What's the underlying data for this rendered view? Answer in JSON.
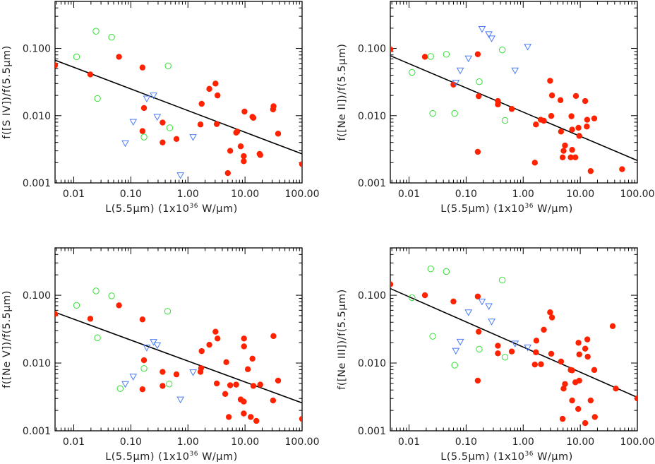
{
  "colors": {
    "detection": "#ff2200",
    "green_open": "#33e033",
    "upper_limit": "#4a7cf5",
    "fit_line": "#000000",
    "axis": "#000000"
  },
  "marker_legend": {
    "filled-circle": "detection",
    "open-circle": "green_open",
    "down-triangle": "upper_limit"
  },
  "chart_data": [
    {
      "type": "scatter",
      "xscale": "log",
      "yscale": "log",
      "xlim": [
        0.0047,
        100
      ],
      "ylim": [
        0.001,
        0.5
      ],
      "xticks": [
        "0.01",
        "0.10",
        "1.00",
        "10.00",
        "100.00"
      ],
      "yticks": [
        "0.001",
        "0.010",
        "0.100"
      ],
      "xlabel": {
        "pre": "L(5.5μm) (1x10",
        "sup": "36",
        "post": " W/μm)"
      },
      "ylabel": "f([S IV])/f(5.5μm)",
      "fit": {
        "norm_at_1": 0.0119,
        "slope": -0.322
      },
      "series": [
        {
          "marker": "filled-circle",
          "points": [
            [
              0.0047,
              0.056
            ],
            [
              0.0195,
              0.041
            ],
            [
              0.062,
              0.075
            ],
            [
              0.16,
              0.052
            ],
            [
              0.17,
              0.013
            ],
            [
              0.16,
              0.0059
            ],
            [
              0.36,
              0.0079
            ],
            [
              0.36,
              0.004
            ],
            [
              0.63,
              0.0045
            ],
            [
              1.66,
              0.0074
            ],
            [
              1.74,
              0.015
            ],
            [
              2.37,
              0.025
            ],
            [
              3.04,
              0.03
            ],
            [
              3.3,
              0.02
            ],
            [
              3.2,
              0.0075
            ],
            [
              7.0,
              0.0056
            ],
            [
              7.3,
              0.0058
            ],
            [
              9.8,
              0.0115
            ],
            [
              13.5,
              0.0096
            ],
            [
              14,
              0.0093
            ],
            [
              8.4,
              0.0035
            ],
            [
              5.5,
              0.003
            ],
            [
              9.5,
              0.0025
            ],
            [
              9.5,
              0.0021
            ],
            [
              5.0,
              0.0014
            ],
            [
              18,
              0.0027
            ],
            [
              18.5,
              0.0026
            ],
            [
              31.6,
              0.0138
            ],
            [
              31,
              0.0124
            ],
            [
              38,
              0.0054
            ],
            [
              100,
              0.0019
            ]
          ]
        },
        {
          "marker": "open-circle",
          "points": [
            [
              0.0245,
              0.18
            ],
            [
              0.046,
              0.147
            ],
            [
              0.0112,
              0.075
            ],
            [
              0.026,
              0.018
            ],
            [
              0.45,
              0.055
            ],
            [
              0.48,
              0.0066
            ],
            [
              0.17,
              0.0048
            ]
          ]
        },
        {
          "marker": "down-triangle",
          "points": [
            [
              0.19,
              0.018
            ],
            [
              0.25,
              0.02
            ],
            [
              0.29,
              0.0096
            ],
            [
              0.11,
              0.0081
            ],
            [
              0.08,
              0.0039
            ],
            [
              1.23,
              0.0048
            ],
            [
              0.74,
              0.0013
            ]
          ]
        }
      ]
    },
    {
      "type": "scatter",
      "xscale": "log",
      "yscale": "log",
      "xlim": [
        0.0047,
        100
      ],
      "ylim": [
        0.001,
        0.5
      ],
      "xticks": [
        "0.01",
        "0.10",
        "1.00",
        "10.00",
        "100.00"
      ],
      "yticks": [
        "0.001",
        "0.010",
        "0.100"
      ],
      "xlabel": {
        "pre": "L(5.5μm) (1x10",
        "sup": "36",
        "post": " W/μm)"
      },
      "ylabel": "f([Ne II])/f(5.5μm)",
      "fit": {
        "norm_at_1": 0.0113,
        "slope": -0.36
      },
      "series": [
        {
          "marker": "filled-circle",
          "points": [
            [
              0.0047,
              0.097
            ],
            [
              0.019,
              0.075
            ],
            [
              0.06,
              0.029
            ],
            [
              0.16,
              0.082
            ],
            [
              0.166,
              0.0195
            ],
            [
              0.16,
              0.0029
            ],
            [
              0.36,
              0.0165
            ],
            [
              0.36,
              0.0147
            ],
            [
              0.63,
              0.0126
            ],
            [
              1.6,
              0.002
            ],
            [
              1.67,
              0.0074
            ],
            [
              2.03,
              0.0087
            ],
            [
              2.3,
              0.0084
            ],
            [
              2.96,
              0.033
            ],
            [
              3.2,
              0.02
            ],
            [
              3.1,
              0.0099
            ],
            [
              4.5,
              0.017
            ],
            [
              4.6,
              0.0058
            ],
            [
              5.4,
              0.0036
            ],
            [
              5.1,
              0.003
            ],
            [
              4.9,
              0.0024
            ],
            [
              6.8,
              0.0024
            ],
            [
              8.2,
              0.0024
            ],
            [
              7.2,
              0.0031
            ],
            [
              7.0,
              0.0098
            ],
            [
              7.2,
              0.0062
            ],
            [
              8.4,
              0.0196
            ],
            [
              9.3,
              0.0066
            ],
            [
              9.6,
              0.005
            ],
            [
              12.2,
              0.0165
            ],
            [
              13.2,
              0.0087
            ],
            [
              13,
              0.0069
            ],
            [
              17.6,
              0.0091
            ],
            [
              15.2,
              0.0015
            ],
            [
              54,
              0.0016
            ]
          ]
        },
        {
          "marker": "open-circle",
          "points": [
            [
              0.024,
              0.076
            ],
            [
              0.045,
              0.082
            ],
            [
              0.0113,
              0.044
            ],
            [
              0.026,
              0.0108
            ],
            [
              0.063,
              0.0108
            ],
            [
              0.17,
              0.032
            ],
            [
              0.43,
              0.095
            ],
            [
              0.48,
              0.0085
            ]
          ]
        },
        {
          "marker": "down-triangle",
          "points": [
            [
              0.19,
              0.195
            ],
            [
              0.25,
              0.163
            ],
            [
              0.28,
              0.141
            ],
            [
              0.11,
              0.071
            ],
            [
              0.079,
              0.047
            ],
            [
              0.066,
              0.031
            ],
            [
              1.2,
              0.106
            ],
            [
              0.72,
              0.047
            ]
          ]
        }
      ]
    },
    {
      "type": "scatter",
      "xscale": "log",
      "yscale": "log",
      "xlim": [
        0.0047,
        100
      ],
      "ylim": [
        0.001,
        0.5
      ],
      "xticks": [
        "0.01",
        "0.10",
        "1.00",
        "10.00",
        "100.00"
      ],
      "yticks": [
        "0.001",
        "0.010",
        "0.100"
      ],
      "xlabel": {
        "pre": "L(5.5μm) (1x10",
        "sup": "36",
        "post": " W/μm)"
      },
      "ylabel": "f([Ne V])/f(5.5μm)",
      "fit": {
        "norm_at_1": 0.0107,
        "slope": -0.309
      },
      "series": [
        {
          "marker": "filled-circle",
          "points": [
            [
              0.0047,
              0.053
            ],
            [
              0.0195,
              0.045
            ],
            [
              0.062,
              0.071
            ],
            [
              0.16,
              0.044
            ],
            [
              0.17,
              0.011
            ],
            [
              0.16,
              0.0041
            ],
            [
              0.36,
              0.0074
            ],
            [
              0.36,
              0.0046
            ],
            [
              0.63,
              0.0068
            ],
            [
              1.66,
              0.0074
            ],
            [
              1.7,
              0.0084
            ],
            [
              1.74,
              0.015
            ],
            [
              2.37,
              0.0186
            ],
            [
              3.04,
              0.029
            ],
            [
              3.3,
              0.023
            ],
            [
              3.2,
              0.005
            ],
            [
              4.7,
              0.0103
            ],
            [
              4.5,
              0.0035
            ],
            [
              5.2,
              0.0016
            ],
            [
              5.5,
              0.0047
            ],
            [
              7.0,
              0.0048
            ],
            [
              8.4,
              0.0029
            ],
            [
              9.5,
              0.0027
            ],
            [
              9.6,
              0.023
            ],
            [
              9.6,
              0.0176
            ],
            [
              9.5,
              0.0018
            ],
            [
              11.2,
              0.0081
            ],
            [
              12.6,
              0.0016
            ],
            [
              13.5,
              0.0116
            ],
            [
              14,
              0.0046
            ],
            [
              15.8,
              0.0014
            ],
            [
              18.5,
              0.0048
            ],
            [
              31.5,
              0.025
            ],
            [
              31,
              0.0028
            ],
            [
              38,
              0.0055
            ],
            [
              100,
              0.0015
            ]
          ]
        },
        {
          "marker": "open-circle",
          "points": [
            [
              0.0245,
              0.116
            ],
            [
              0.046,
              0.098
            ],
            [
              0.0112,
              0.071
            ],
            [
              0.026,
              0.0236
            ],
            [
              0.44,
              0.058
            ],
            [
              0.17,
              0.0083
            ],
            [
              0.47,
              0.0049
            ],
            [
              0.065,
              0.0042
            ]
          ]
        },
        {
          "marker": "down-triangle",
          "points": [
            [
              0.19,
              0.0169
            ],
            [
              0.25,
              0.0205
            ],
            [
              0.29,
              0.0183
            ],
            [
              0.11,
              0.0063
            ],
            [
              0.08,
              0.0049
            ],
            [
              1.23,
              0.0073
            ],
            [
              0.74,
              0.0029
            ]
          ]
        }
      ]
    },
    {
      "type": "scatter",
      "xscale": "log",
      "yscale": "log",
      "xlim": [
        0.0047,
        100
      ],
      "ylim": [
        0.001,
        0.5
      ],
      "xticks": [
        "0.01",
        "0.10",
        "1.00",
        "10.00",
        "100.00"
      ],
      "yticks": [
        "0.001",
        "0.010",
        "0.100"
      ],
      "xlabel": {
        "pre": "L(5.5μm) (1x10",
        "sup": "36",
        "post": " W/μm)"
      },
      "ylabel": "f([Ne III])/f(5.5μm)",
      "fit": {
        "norm_at_1": 0.0172,
        "slope": -0.371
      },
      "series": [
        {
          "marker": "filled-circle",
          "points": [
            [
              0.0047,
              0.145
            ],
            [
              0.019,
              0.1
            ],
            [
              0.06,
              0.081
            ],
            [
              0.16,
              0.096
            ],
            [
              0.166,
              0.029
            ],
            [
              0.16,
              0.0055
            ],
            [
              0.36,
              0.018
            ],
            [
              0.36,
              0.0139
            ],
            [
              0.63,
              0.0148
            ],
            [
              1.6,
              0.0095
            ],
            [
              2.05,
              0.0096
            ],
            [
              1.67,
              0.0144
            ],
            [
              1.7,
              0.0214
            ],
            [
              2.3,
              0.031
            ],
            [
              2.96,
              0.056
            ],
            [
              3.2,
              0.047
            ],
            [
              3.1,
              0.0137
            ],
            [
              4.6,
              0.0105
            ],
            [
              4.9,
              0.0015
            ],
            [
              5.1,
              0.0042
            ],
            [
              5.4,
              0.0049
            ],
            [
              6.8,
              0.0079
            ],
            [
              7.2,
              0.0078
            ],
            [
              7.2,
              0.0028
            ],
            [
              8.2,
              0.0052
            ],
            [
              9.2,
              0.0021
            ],
            [
              9.3,
              0.0199
            ],
            [
              9.6,
              0.0055
            ],
            [
              9.6,
              0.0134
            ],
            [
              12.2,
              0.0163
            ],
            [
              12.2,
              0.0013
            ],
            [
              13.3,
              0.0223
            ],
            [
              13.5,
              0.0124
            ],
            [
              15.2,
              0.0028
            ],
            [
              17.6,
              0.0079
            ],
            [
              18,
              0.0016
            ],
            [
              37,
              0.035
            ],
            [
              42,
              0.0042
            ],
            [
              100,
              0.003
            ]
          ]
        },
        {
          "marker": "open-circle",
          "points": [
            [
              0.024,
              0.245
            ],
            [
              0.045,
              0.224
            ],
            [
              0.0113,
              0.092
            ],
            [
              0.026,
              0.0248
            ],
            [
              0.17,
              0.016
            ],
            [
              0.43,
              0.168
            ],
            [
              0.48,
              0.0122
            ],
            [
              0.063,
              0.0093
            ]
          ]
        },
        {
          "marker": "down-triangle",
          "points": [
            [
              0.19,
              0.081
            ],
            [
              0.25,
              0.069
            ],
            [
              0.28,
              0.041
            ],
            [
              0.11,
              0.056
            ],
            [
              0.079,
              0.0206
            ],
            [
              0.066,
              0.0152
            ],
            [
              0.72,
              0.0194
            ],
            [
              1.2,
              0.017
            ]
          ]
        }
      ]
    }
  ]
}
